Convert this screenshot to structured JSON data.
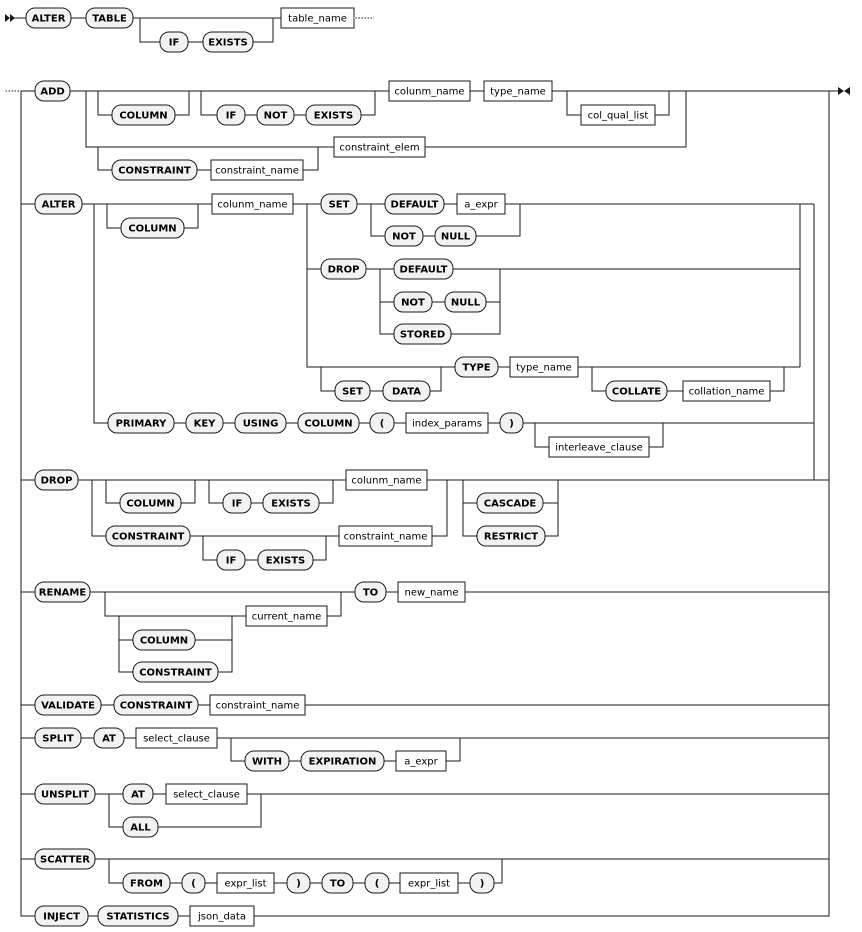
{
  "diagram": {
    "title": "",
    "keywords": {
      "alter": "ALTER",
      "table": "TABLE",
      "if": "IF",
      "exists": "EXISTS",
      "add": "ADD",
      "column": "COLUMN",
      "not": "NOT",
      "constraint": "CONSTRAINT",
      "set": "SET",
      "default": "DEFAULT",
      "null": "NULL",
      "drop": "DROP",
      "stored": "STORED",
      "type": "TYPE",
      "data": "DATA",
      "collate": "COLLATE",
      "primary": "PRIMARY",
      "key": "KEY",
      "using": "USING",
      "lparen": "(",
      "rparen": ")",
      "cascade": "CASCADE",
      "restrict": "RESTRICT",
      "rename": "RENAME",
      "to": "TO",
      "validate": "VALIDATE",
      "split": "SPLIT",
      "at": "AT",
      "with": "WITH",
      "expiration": "EXPIRATION",
      "unsplit": "UNSPLIT",
      "all": "ALL",
      "scatter": "SCATTER",
      "from": "FROM",
      "inject": "INJECT",
      "statistics": "STATISTICS"
    },
    "nonterminals": {
      "table_name": "table_name",
      "colunm_name": "colunm_name",
      "type_name": "type_name",
      "col_qual_list": "col_qual_list",
      "constraint_name": "constraint_name",
      "constraint_elem": "constraint_elem",
      "a_expr": "a_expr",
      "collation_name": "collation_name",
      "index_params": "index_params",
      "interleave_clause": "interleave_clause",
      "current_name": "current_name",
      "new_name": "new_name",
      "select_clause": "select_clause",
      "expr_list": "expr_list",
      "json_data": "json_data"
    }
  }
}
